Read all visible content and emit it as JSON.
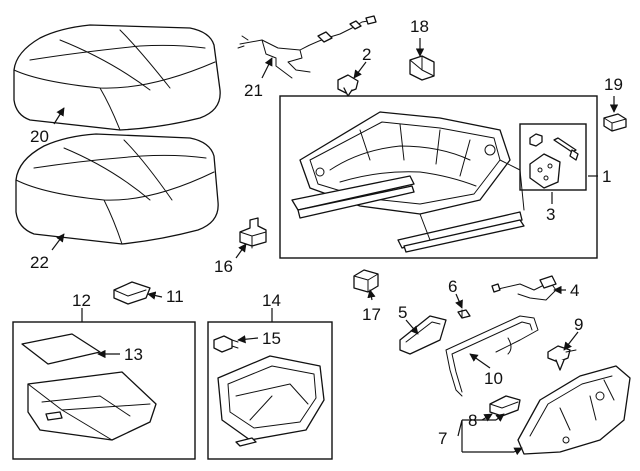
{
  "diagram": {
    "callouts": {
      "c1": "1",
      "c2": "2",
      "c3": "3",
      "c4": "4",
      "c5": "5",
      "c6": "6",
      "c7": "7",
      "c8": "8",
      "c9": "9",
      "c10": "10",
      "c11": "11",
      "c12": "12",
      "c13": "13",
      "c14": "14",
      "c15": "15",
      "c16": "16",
      "c17": "17",
      "c18": "18",
      "c19": "19",
      "c20": "20",
      "c21": "21",
      "c22": "22"
    }
  }
}
